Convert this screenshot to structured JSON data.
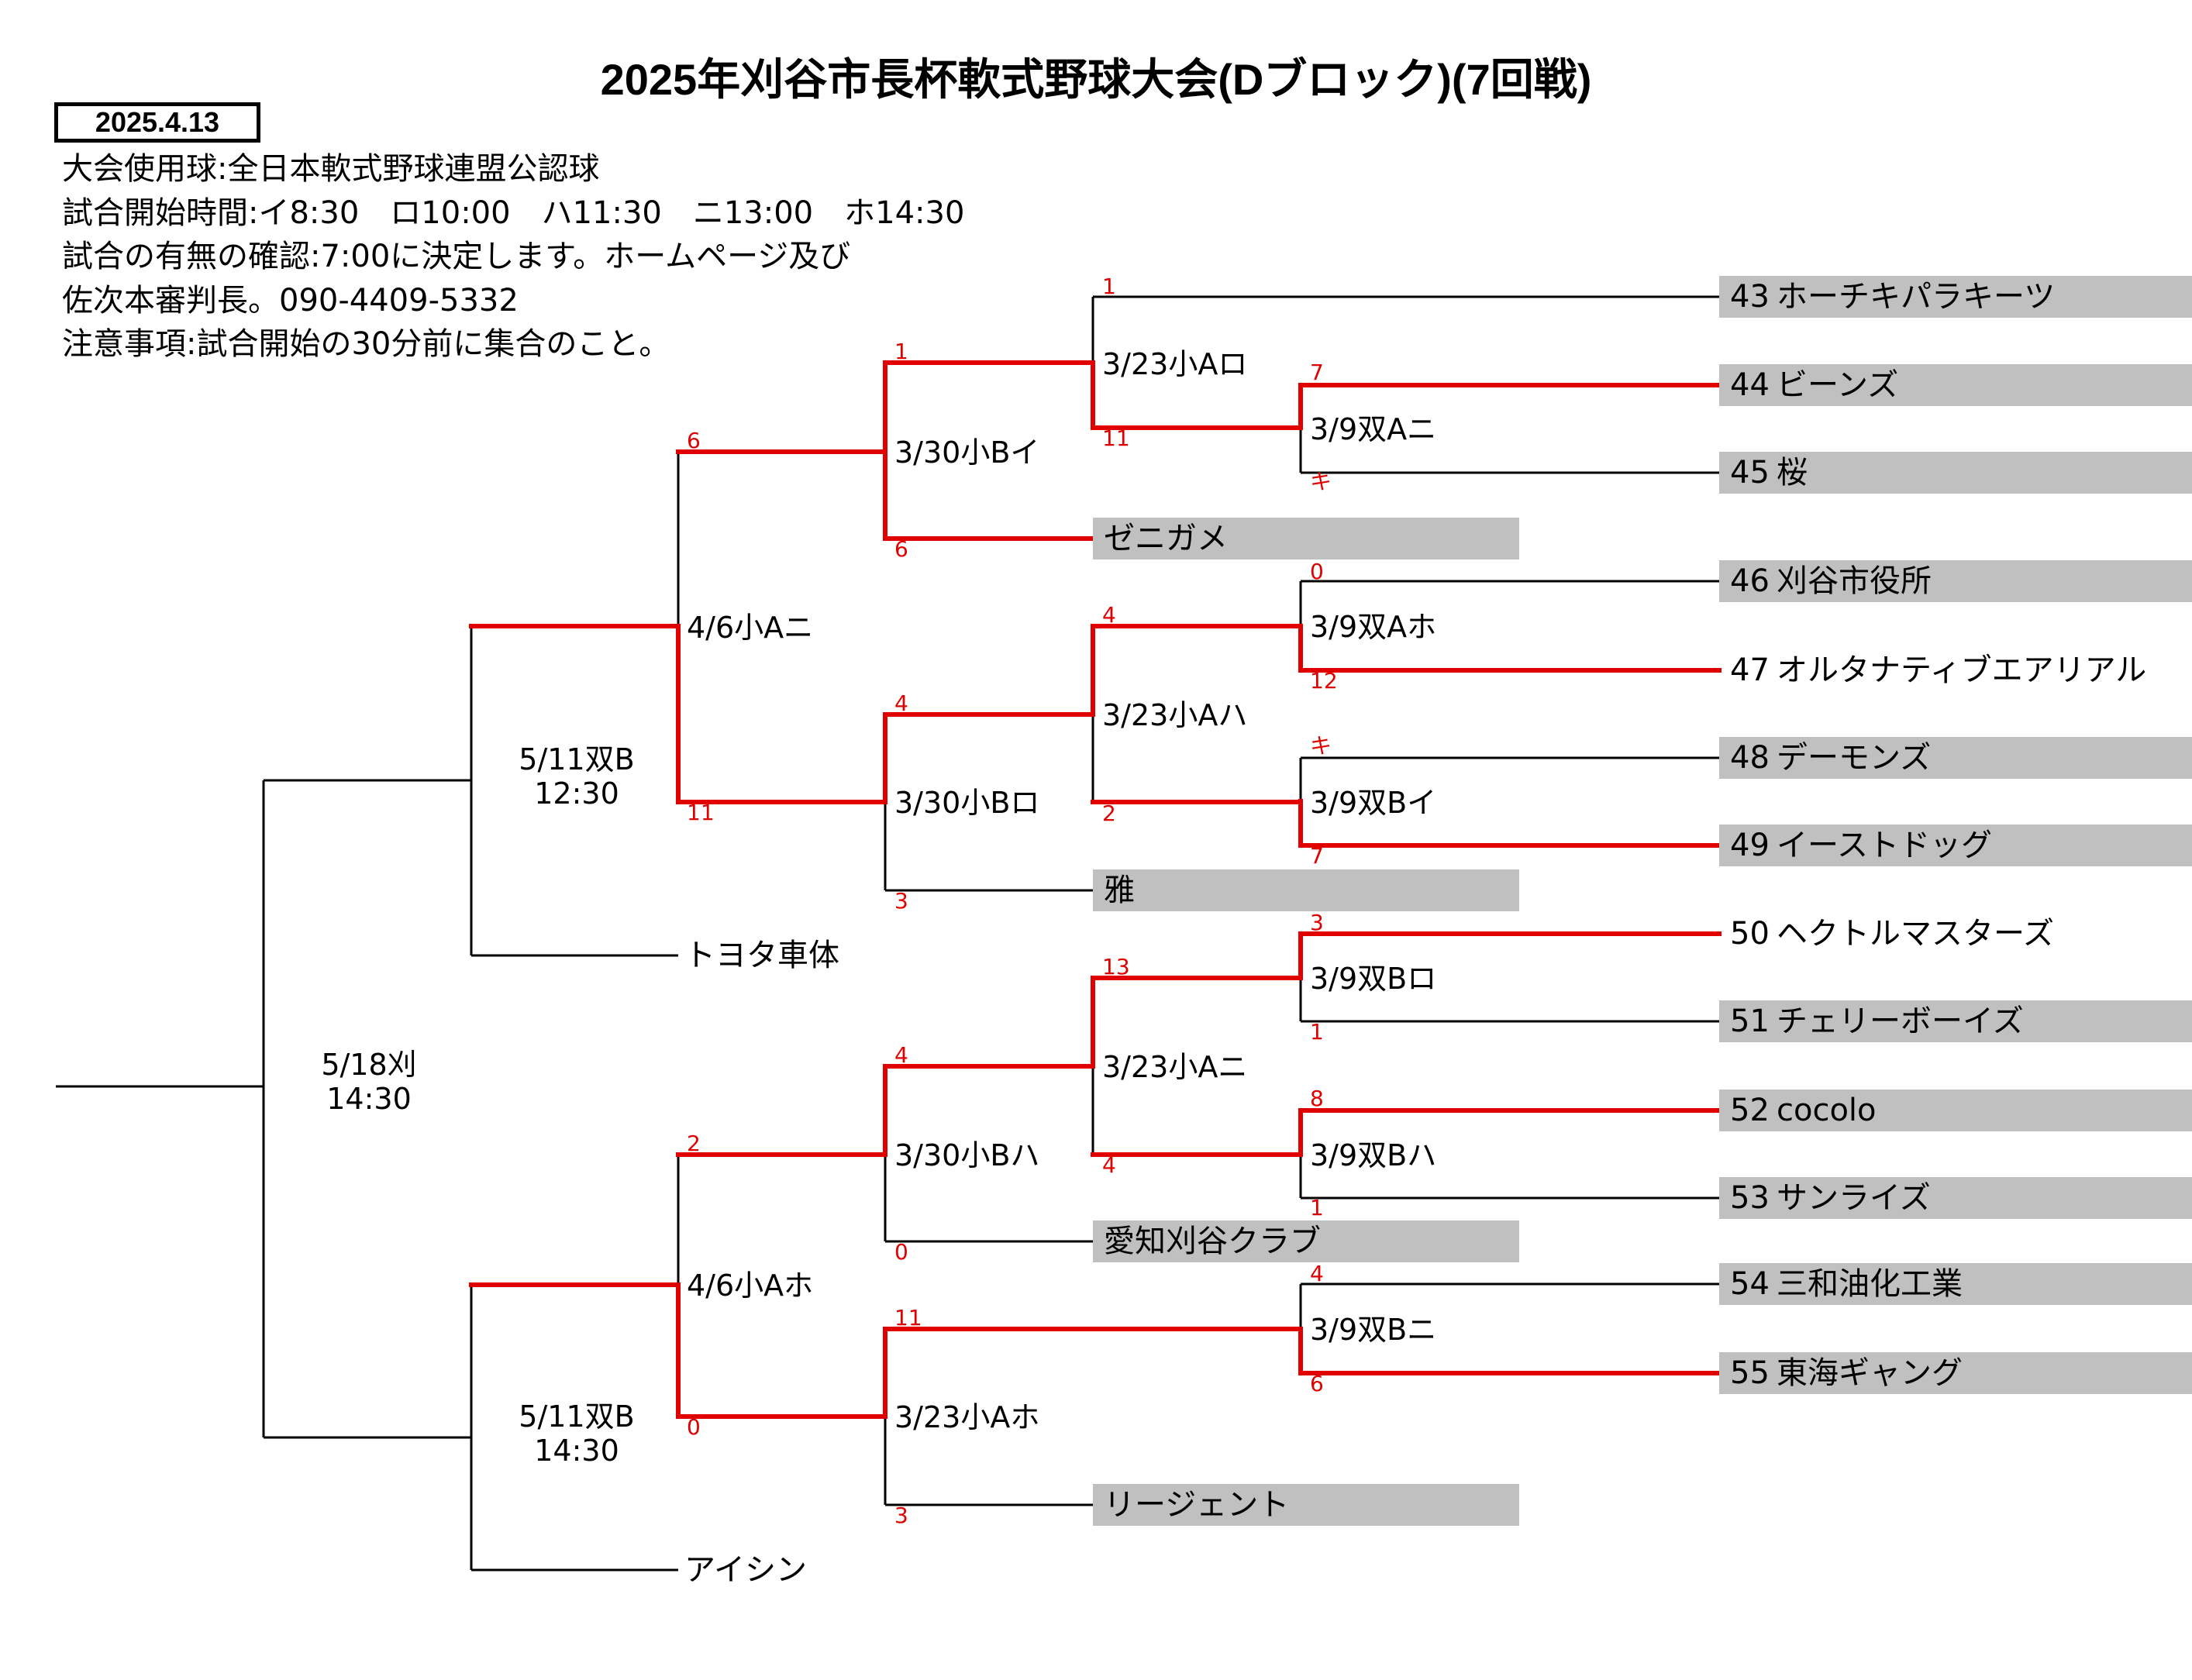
{
  "title": "2025年刈谷市長杯軟式野球大会(Dブロック)(7回戦)",
  "date": "2025.4.13",
  "info": [
    "大会使用球:全日本軟式野球連盟公認球",
    "試合開始時間:イ8:30　ロ10:00　ハ11:30　ニ13:00　ホ14:30",
    "試合の有無の確認:7:00に決定します。ホームページ及び",
    "佐次本審判長。090-4409-5332",
    "注意事項:試合開始の30分前に集合のこと。"
  ],
  "teams": [
    {
      "no": "43",
      "name": "ホーチキパラキーツ"
    },
    {
      "no": "44",
      "name": "ビーンズ"
    },
    {
      "no": "45",
      "name": "桜"
    },
    {
      "no": "46",
      "name": "刈谷市役所"
    },
    {
      "no": "47",
      "name": "オルタナティブエアリアル"
    },
    {
      "no": "48",
      "name": "デーモンズ"
    },
    {
      "no": "49",
      "name": "イーストドッグ"
    },
    {
      "no": "50",
      "name": "ヘクトルマスターズ"
    },
    {
      "no": "51",
      "name": "チェリーボーイズ"
    },
    {
      "no": "52",
      "name": "cocolo"
    },
    {
      "no": "53",
      "name": "サンライズ"
    },
    {
      "no": "54",
      "name": "三和油化工業"
    },
    {
      "no": "55",
      "name": "東海ギャング"
    }
  ],
  "seeded_teams": [
    "ゼニガメ",
    "雅",
    "愛知刈谷クラブ",
    "リージェント",
    "トヨタ車体",
    "アイシン"
  ],
  "matches": {
    "r1": [
      "3/9双Aニ",
      "3/9双Aホ",
      "3/9双Bイ",
      "3/9双Bロ",
      "3/9双Bハ",
      "3/9双Bニ"
    ],
    "r2": [
      "3/23小Aロ",
      "3/23小Aハ",
      "3/23小Aニ",
      "3/23小Aホ"
    ],
    "r3": [
      "3/30小Bイ",
      "3/30小Bロ",
      "3/30小Bハ"
    ],
    "r4": [
      "4/6小Aニ",
      "4/6小Aホ"
    ],
    "r5": [
      {
        "date": "5/11双B",
        "time": "12:30"
      },
      {
        "date": "5/11双B",
        "time": "14:30"
      }
    ],
    "final": {
      "date": "5/18刈",
      "time": "14:30"
    }
  },
  "scores": {
    "m1": [
      "7",
      "キ"
    ],
    "m2": [
      "0",
      "12"
    ],
    "m3": [
      "キ",
      "7"
    ],
    "m4": [
      "3",
      "1"
    ],
    "m5": [
      "8",
      "1"
    ],
    "m6": [
      "4",
      "6"
    ],
    "r2a": [
      "1",
      "11"
    ],
    "r2b": [
      "4",
      "2"
    ],
    "r2c": [
      "13",
      "4"
    ],
    "r3a": [
      "1",
      "6"
    ],
    "r3b": [
      "4",
      "3"
    ],
    "r3c": [
      "4",
      "0"
    ],
    "r3d": [
      "11",
      "3"
    ],
    "r4a": [
      "6",
      "11"
    ],
    "r4b": [
      "2",
      "0"
    ]
  },
  "colors": {
    "winner_line": "#e00000",
    "line": "#000000",
    "team_bg": "#c0c0c0"
  }
}
